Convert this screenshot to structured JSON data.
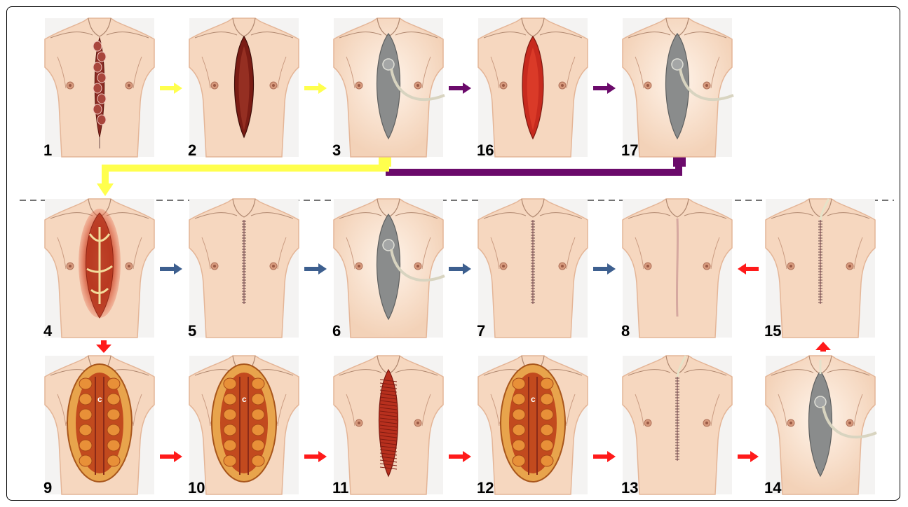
{
  "colors": {
    "yellow": "#ffff4d",
    "purple": "#6b0a6b",
    "blue": "#3d5f8f",
    "red": "#ff1a1a",
    "skin": "#f6d7bf",
    "skin_shadow": "#e4b597",
    "dressing": "#8a8c8c",
    "wound_red": "#c72a1e",
    "wound_dark": "#7a1c14",
    "suture": "#6b4a4a"
  },
  "steps": [
    {
      "label": "1",
      "variant": "packed_wound"
    },
    {
      "label": "2",
      "variant": "dark_wound"
    },
    {
      "label": "3",
      "variant": "vac_dressing"
    },
    {
      "label": "16",
      "variant": "red_wound"
    },
    {
      "label": "17",
      "variant": "vac_dressing"
    },
    {
      "label": "4",
      "variant": "inflamed_wound"
    },
    {
      "label": "5",
      "variant": "sutured"
    },
    {
      "label": "6",
      "variant": "vac_dressing"
    },
    {
      "label": "7",
      "variant": "sutured"
    },
    {
      "label": "8",
      "variant": "healed_scar"
    },
    {
      "label": "15",
      "variant": "sutured_drain"
    },
    {
      "label": "9",
      "variant": "open_chest"
    },
    {
      "label": "10",
      "variant": "open_chest"
    },
    {
      "label": "11",
      "variant": "muscle_flap"
    },
    {
      "label": "12",
      "variant": "open_chest"
    },
    {
      "label": "13",
      "variant": "sutured_drain"
    },
    {
      "label": "14",
      "variant": "vac_dressing_drain"
    }
  ],
  "arrows": [
    {
      "from": "1",
      "to": "2",
      "color": "yellow"
    },
    {
      "from": "2",
      "to": "3",
      "color": "yellow"
    },
    {
      "from": "3",
      "to": "16",
      "color": "purple"
    },
    {
      "from": "16",
      "to": "17",
      "color": "purple"
    },
    {
      "from": "3",
      "to": "4",
      "color": "yellow"
    },
    {
      "from": "17",
      "to": "4",
      "color": "purple"
    },
    {
      "from": "4",
      "to": "5",
      "color": "blue"
    },
    {
      "from": "5",
      "to": "6",
      "color": "blue"
    },
    {
      "from": "6",
      "to": "7",
      "color": "blue"
    },
    {
      "from": "7",
      "to": "8",
      "color": "blue"
    },
    {
      "from": "15",
      "to": "8",
      "color": "red"
    },
    {
      "from": "4",
      "to": "9",
      "color": "red"
    },
    {
      "from": "9",
      "to": "10",
      "color": "red"
    },
    {
      "from": "10",
      "to": "11",
      "color": "red"
    },
    {
      "from": "11",
      "to": "12",
      "color": "red"
    },
    {
      "from": "12",
      "to": "13",
      "color": "red"
    },
    {
      "from": "13",
      "to": "14",
      "color": "red"
    },
    {
      "from": "14",
      "to": "15",
      "color": "red"
    }
  ]
}
